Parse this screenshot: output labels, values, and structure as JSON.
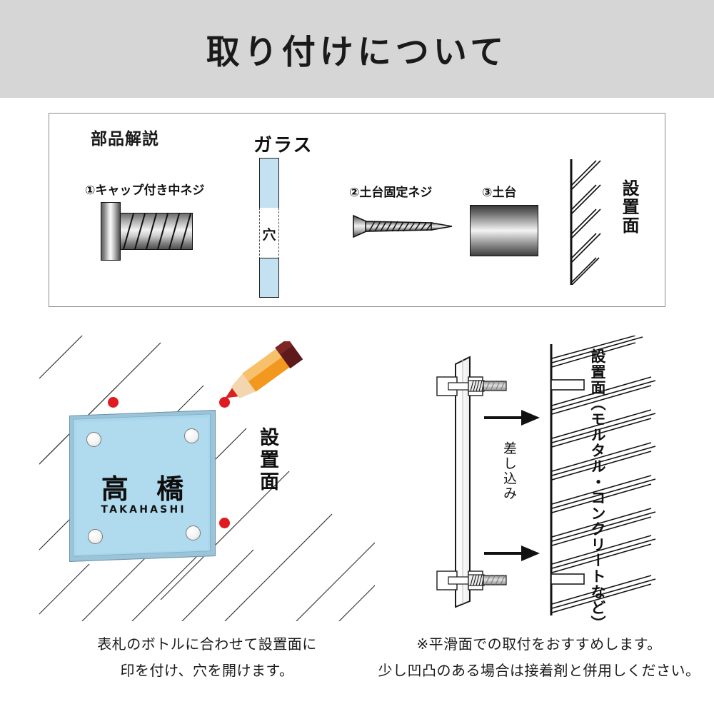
{
  "header": {
    "title": "取り付けについて"
  },
  "parts_box": {
    "title": "部品解説",
    "glass_label": "ガラス",
    "hole_label": "穴",
    "items": [
      {
        "id": "cap-screw",
        "label": "①キャップ付き中ネジ"
      },
      {
        "id": "base-fixing-screw",
        "label": "②土台固定ネジ"
      },
      {
        "id": "base",
        "label": "③土台"
      }
    ],
    "wall_label": "設置面"
  },
  "panel_left": {
    "plate_name": "高 橋",
    "plate_roman": "TAKAHASHI",
    "wall_label": "設置面",
    "caption_line1": "表札のボトルに合わせて設置面に",
    "caption_line2": "印を付け、穴を開けます。"
  },
  "panel_right": {
    "insert_label": "差し込み",
    "wall_label": "設置面（モルタル・コンクリートなど）",
    "caption_line1": "※平滑面での取付をおすすめします。",
    "caption_line2": "少し凹凸のある場合は接着剤と併用しください。"
  },
  "colors": {
    "header_band": "#d6d6d6",
    "glass_blue": "#c3e1f0",
    "plate_blue": "#b0daee",
    "red_dot": "#e11a22",
    "pencil_body": "#f5a623",
    "pencil_eraser": "#6e1f1f",
    "line": "#111111"
  }
}
